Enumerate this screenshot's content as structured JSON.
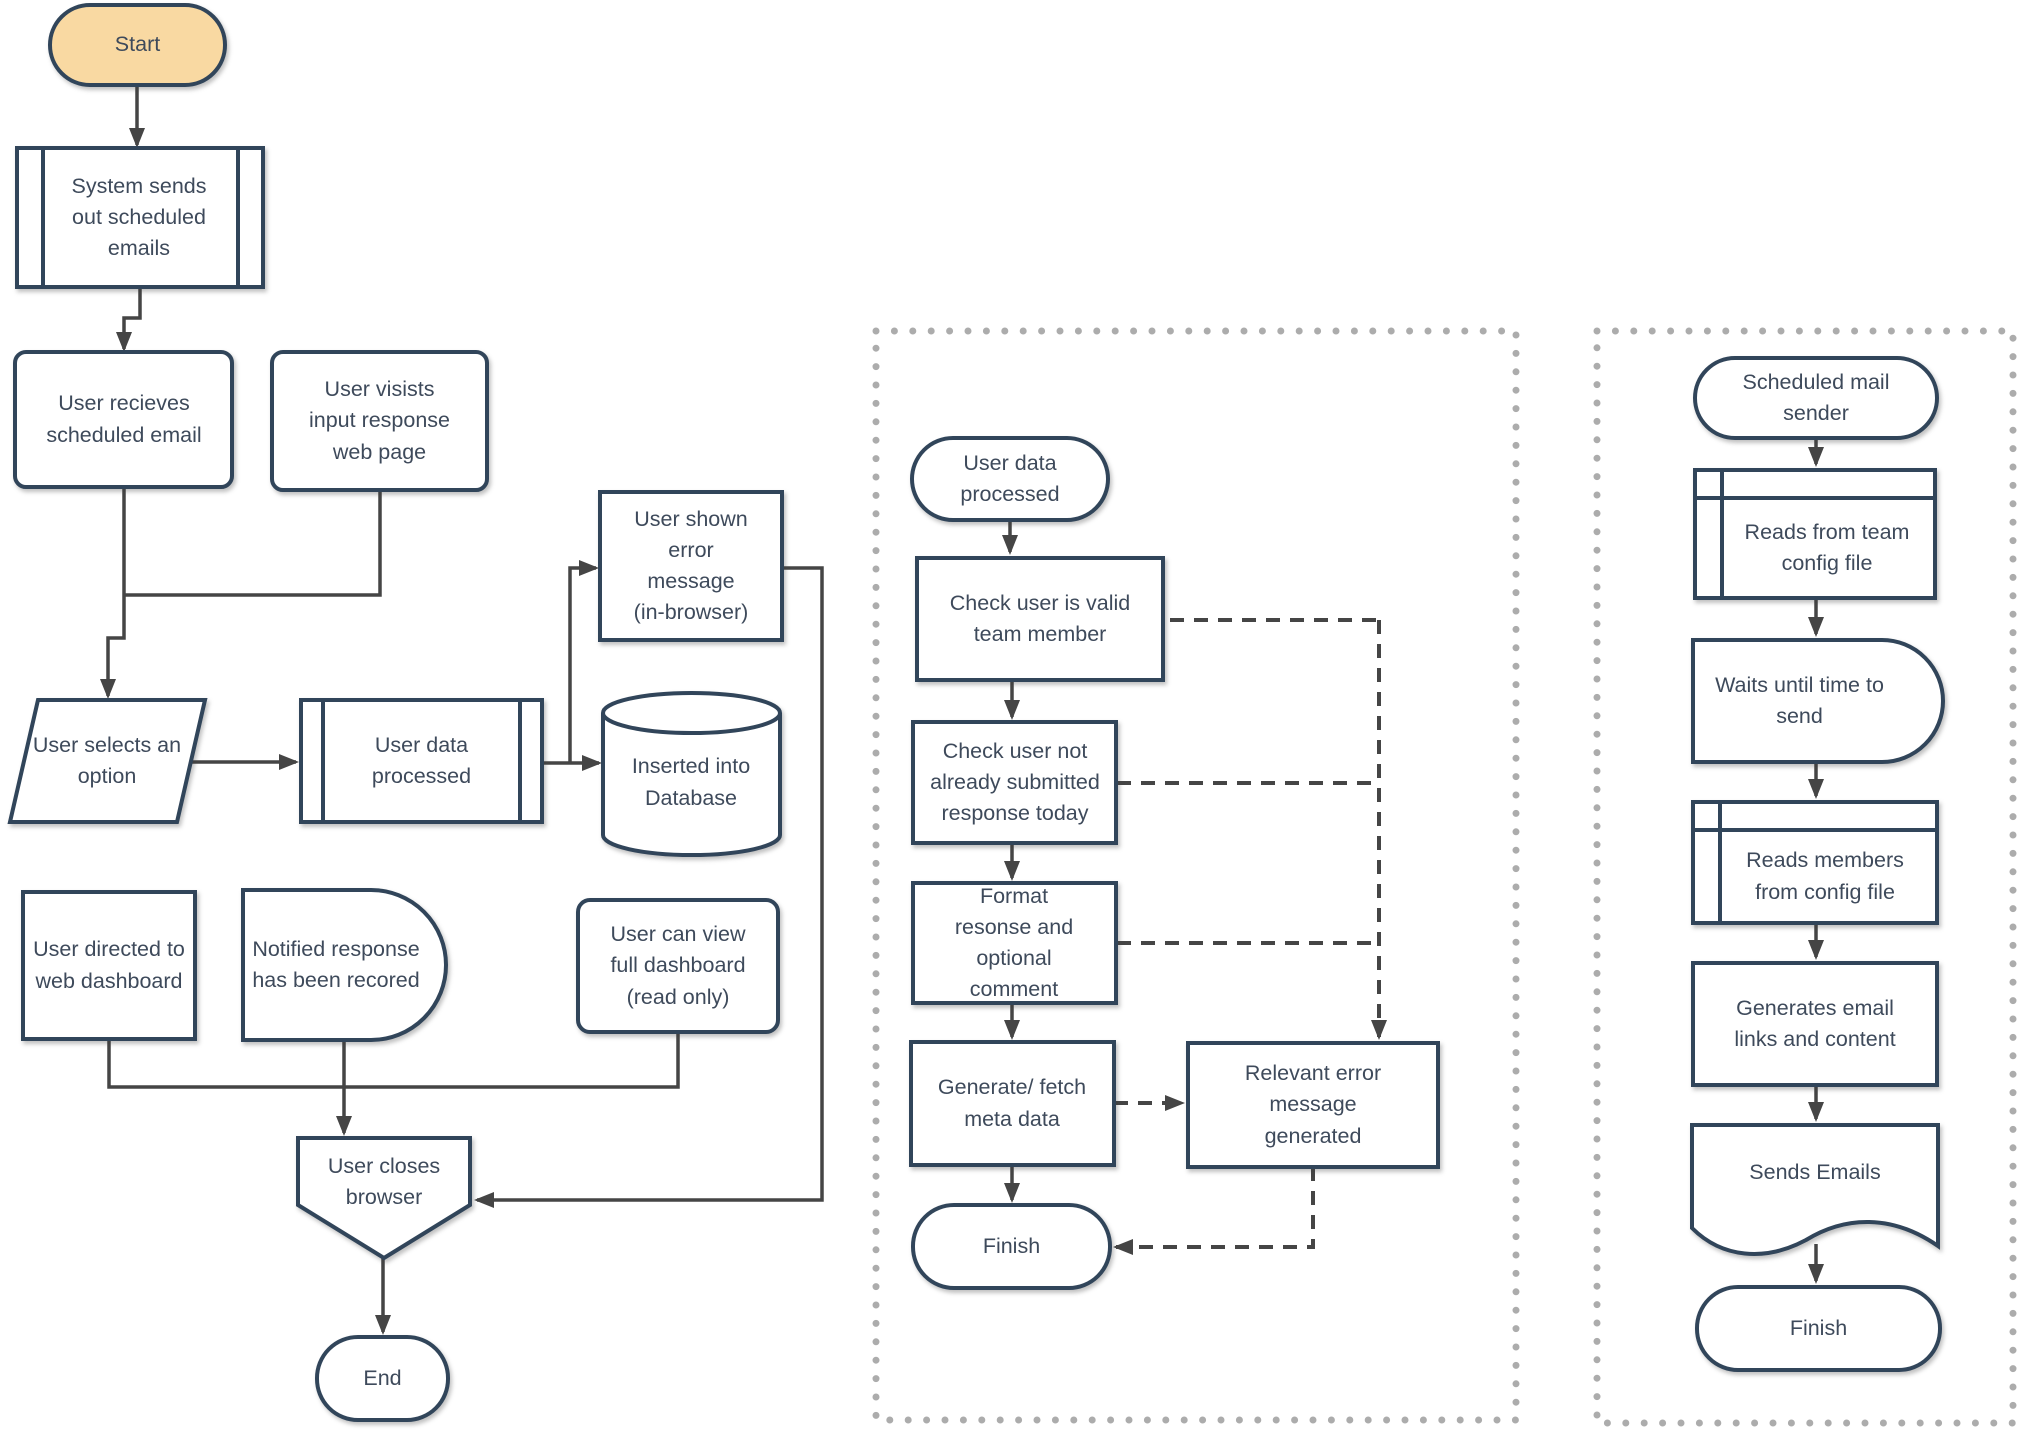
{
  "colors": {
    "background": "#FFFFFF",
    "shape_border": "#31455A",
    "shape_fill": "#FFFFFF",
    "start_fill": "#F9D9A2",
    "text": "#3E4A5B",
    "connector": "#454545",
    "dashed_connector": "#454545",
    "container_dots": "#ACACAC"
  },
  "nodes": {
    "main": {
      "start": {
        "label": "Start",
        "shape": "terminator"
      },
      "system_sends_emails": {
        "label": "System sends out scheduled emails",
        "shape": "predefined-process"
      },
      "user_receives_email": {
        "label": "User recieves scheduled email",
        "shape": "rounded-rectangle"
      },
      "user_visits_page": {
        "label": "User visists input response web page",
        "shape": "rounded-rectangle"
      },
      "user_selects_option": {
        "label": "User selects an option",
        "shape": "parallelogram"
      },
      "user_data_processed": {
        "label": "User data processed",
        "shape": "predefined-process"
      },
      "user_shown_error": {
        "label": "User shown error message (in-browser)",
        "shape": "rectangle"
      },
      "inserted_into_database": {
        "label": "Inserted into Database",
        "shape": "cylinder"
      },
      "user_directed_dashboard": {
        "label": "User directed to web dashboard",
        "shape": "rectangle"
      },
      "notified_response_recorded": {
        "label": "Notified response has been recored",
        "shape": "delay"
      },
      "view_full_dashboard": {
        "label": "User can view full dashboard (read only)",
        "shape": "rounded-rectangle"
      },
      "user_closes_browser": {
        "label": "User closes browser",
        "shape": "off-page-connector"
      },
      "end": {
        "label": "End",
        "shape": "terminator"
      }
    },
    "user_data_subprocess": {
      "entry": {
        "label": "User data processed",
        "shape": "terminator"
      },
      "check_valid_member": {
        "label": "Check user is valid team member",
        "shape": "rectangle"
      },
      "check_not_submitted": {
        "label": "Check user not already submitted response today",
        "shape": "rectangle"
      },
      "format_response": {
        "label": "Format resonse and optional comment",
        "shape": "rectangle"
      },
      "generate_meta": {
        "label": "Generate/ fetch meta data",
        "shape": "rectangle"
      },
      "error_message": {
        "label": "Relevant error message generated",
        "shape": "rectangle"
      },
      "finish": {
        "label": "Finish",
        "shape": "terminator"
      }
    },
    "mail_sender_subprocess": {
      "entry": {
        "label": "Scheduled mail sender",
        "shape": "terminator"
      },
      "reads_team_config": {
        "label": "Reads from team config file",
        "shape": "internal-storage"
      },
      "waits_until_time": {
        "label": "Waits until time to send",
        "shape": "delay"
      },
      "reads_members_config": {
        "label": "Reads members from config file",
        "shape": "internal-storage"
      },
      "generates_links": {
        "label": "Generates email links and content",
        "shape": "rectangle"
      },
      "sends_emails": {
        "label": "Sends Emails",
        "shape": "document"
      },
      "finish": {
        "label": "Finish",
        "shape": "terminator"
      }
    }
  }
}
